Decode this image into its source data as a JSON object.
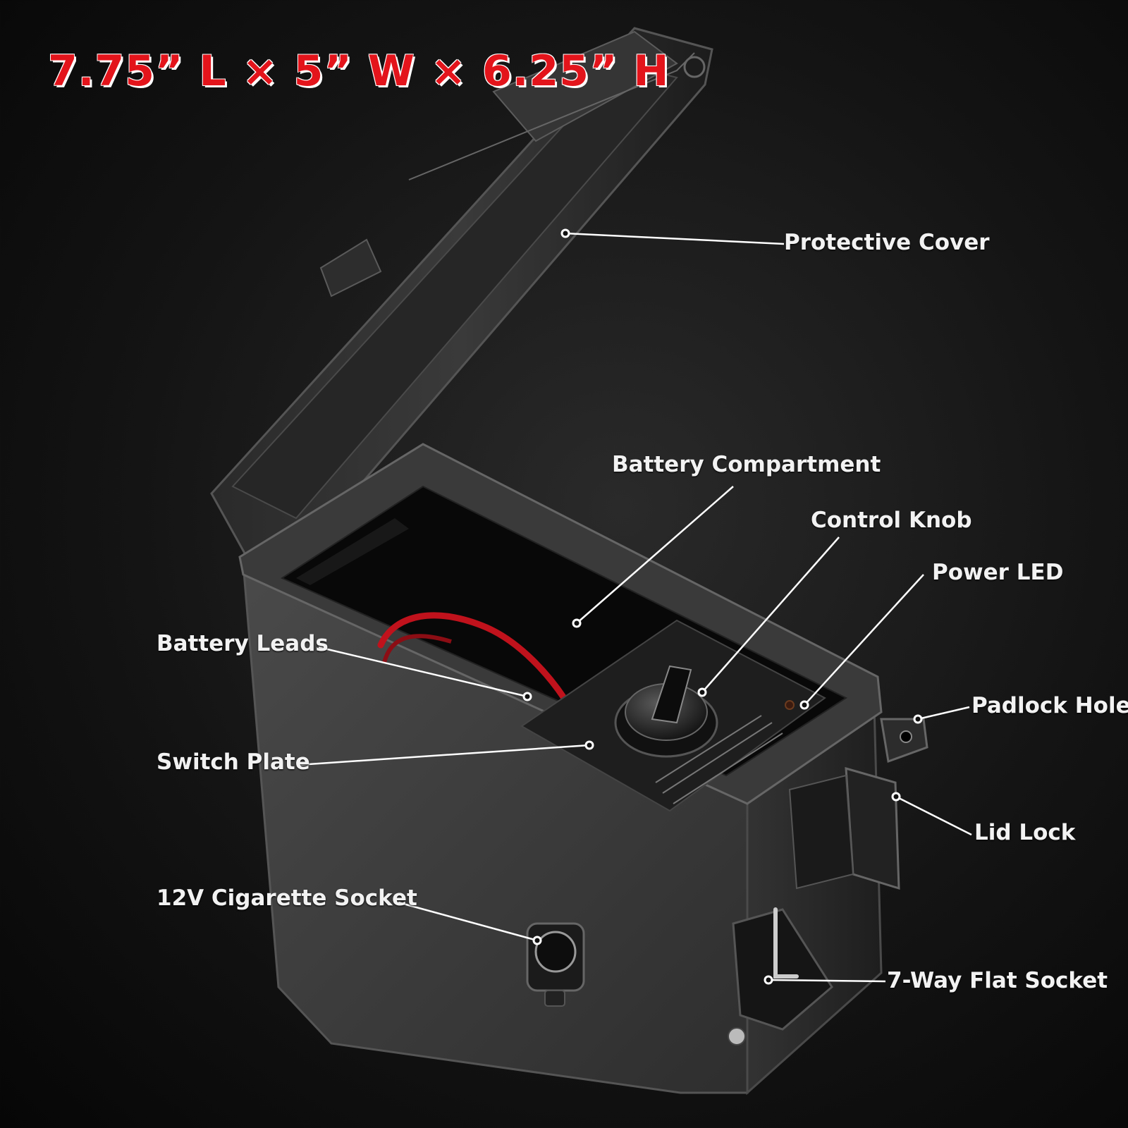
{
  "dimensions": "7.75” L × 5” W × 6.25” H",
  "callouts": {
    "protective_cover": "Protective Cover",
    "battery_compartment": "Battery Compartment",
    "control_knob": "Control Knob",
    "power_led": "Power LED",
    "battery_leads": "Battery Leads",
    "padlock_hole": "Padlock Hole",
    "switch_plate": "Switch Plate",
    "lid_lock": "Lid Lock",
    "cigarette_socket": "12V Cigarette Socket",
    "flat_socket": "7-Way Flat Socket"
  },
  "colors": {
    "dimension_text": "#e3141b",
    "callout_text": "#f2f2f2",
    "box_body": "#3e3e3e",
    "battery_lead": "#c0121c"
  }
}
